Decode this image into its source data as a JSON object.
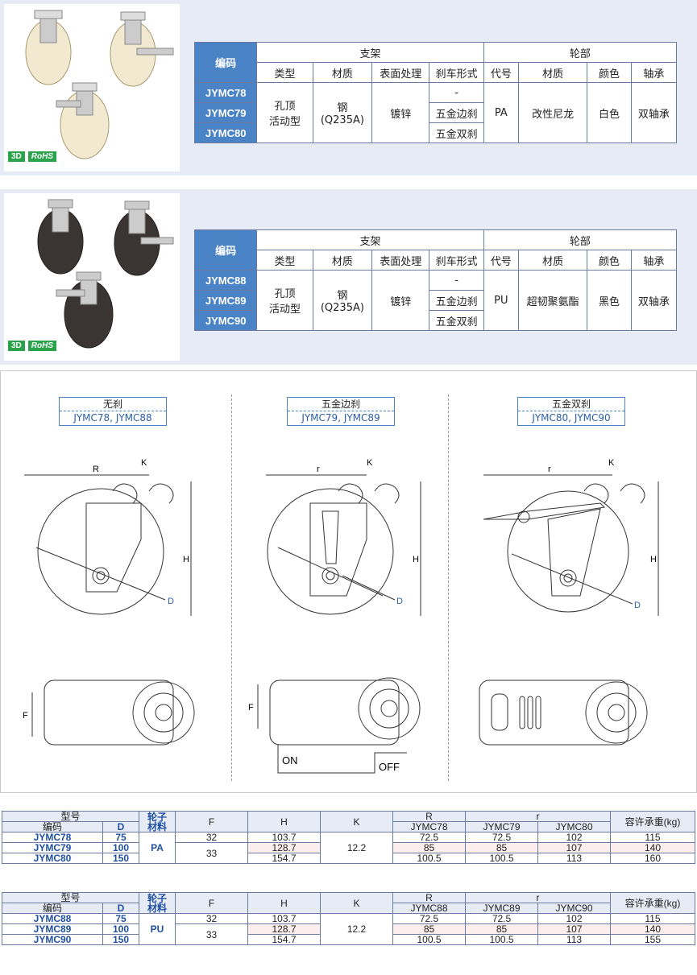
{
  "badges": {
    "b3d": "3D",
    "rohs": "RoHS"
  },
  "spec_tables": [
    {
      "header": {
        "code": "编码",
        "bracket": "支架",
        "wheel": "轮部",
        "cols": [
          "类型",
          "材质",
          "表面处理",
          "刹车形式",
          "代号",
          "材质",
          "颜色",
          "轴承"
        ]
      },
      "codes": [
        "JYMC78",
        "JYMC79",
        "JYMC80"
      ],
      "type": "孔顶\n活动型",
      "material": "钢\n(Q235A)",
      "surface": "镀锌",
      "brakes": [
        "-",
        "五金边刹",
        "五金双刹"
      ],
      "wheel_code": "PA",
      "wheel_material": "改性尼龙",
      "color": "白色",
      "bearing": "双轴承"
    },
    {
      "header": {
        "code": "编码",
        "bracket": "支架",
        "wheel": "轮部",
        "cols": [
          "类型",
          "材质",
          "表面处理",
          "刹车形式",
          "代号",
          "材质",
          "颜色",
          "轴承"
        ]
      },
      "codes": [
        "JYMC88",
        "JYMC89",
        "JYMC90"
      ],
      "type": "孔顶\n活动型",
      "material": "钢\n(Q235A)",
      "surface": "镀锌",
      "brakes": [
        "-",
        "五金边刹",
        "五金双刹"
      ],
      "wheel_code": "PU",
      "wheel_material": "超韧聚氨酯",
      "color": "黑色",
      "bearing": "双轴承"
    }
  ],
  "drawings": [
    {
      "title": "无刹",
      "codes": "JYMC78, JYMC88",
      "dim_top": "R"
    },
    {
      "title": "五金边刹",
      "codes": "JYMC79, JYMC89",
      "dim_top": "r"
    },
    {
      "title": "五金双刹",
      "codes": "JYMC80, JYMC90",
      "dim_top": "r"
    }
  ],
  "dim_labels": {
    "k": "K",
    "h": "H",
    "d": "D",
    "f": "F",
    "on": "ON",
    "off": "OFF"
  },
  "data_tables": [
    {
      "head": {
        "model": "型号",
        "code": "编码",
        "d": "D",
        "wheel_mat": "轮子\n材料",
        "f": "F",
        "h": "H",
        "k": "K",
        "R": "R",
        "r": "r",
        "load": "容许承重(kg)",
        "subR": "JYMC78",
        "subr": [
          "JYMC79",
          "JYMC80"
        ]
      },
      "rows": [
        {
          "code": "JYMC78",
          "d": "75",
          "f": "32",
          "h": "103.7",
          "R": "72.5",
          "r1": "72.5",
          "r2": "102",
          "load": "115"
        },
        {
          "code": "JYMC79",
          "d": "100",
          "f": "33",
          "h": "128.7",
          "R": "85",
          "r1": "85",
          "r2": "107",
          "load": "140"
        },
        {
          "code": "JYMC80",
          "d": "150",
          "f": "",
          "h": "154.7",
          "R": "100.5",
          "r1": "100.5",
          "r2": "113",
          "load": "160"
        }
      ],
      "mat": "PA",
      "k": "12.2"
    },
    {
      "head": {
        "model": "型号",
        "code": "编码",
        "d": "D",
        "wheel_mat": "轮子\n材料",
        "f": "F",
        "h": "H",
        "k": "K",
        "R": "R",
        "r": "r",
        "load": "容许承重(kg)",
        "subR": "JYMC88",
        "subr": [
          "JYMC89",
          "JYMC90"
        ]
      },
      "rows": [
        {
          "code": "JYMC88",
          "d": "75",
          "f": "32",
          "h": "103.7",
          "R": "72.5",
          "r1": "72.5",
          "r2": "102",
          "load": "115"
        },
        {
          "code": "JYMC89",
          "d": "100",
          "f": "33",
          "h": "128.7",
          "R": "85",
          "r1": "85",
          "r2": "107",
          "load": "140"
        },
        {
          "code": "JYMC90",
          "d": "150",
          "f": "",
          "h": "154.7",
          "R": "100.5",
          "r1": "100.5",
          "r2": "113",
          "load": "155"
        }
      ],
      "mat": "PU",
      "k": "12.2"
    }
  ],
  "colors": {
    "accent": "#4b84c6",
    "panel": "#e6ebf6",
    "code_text": "#1f4fa0"
  }
}
